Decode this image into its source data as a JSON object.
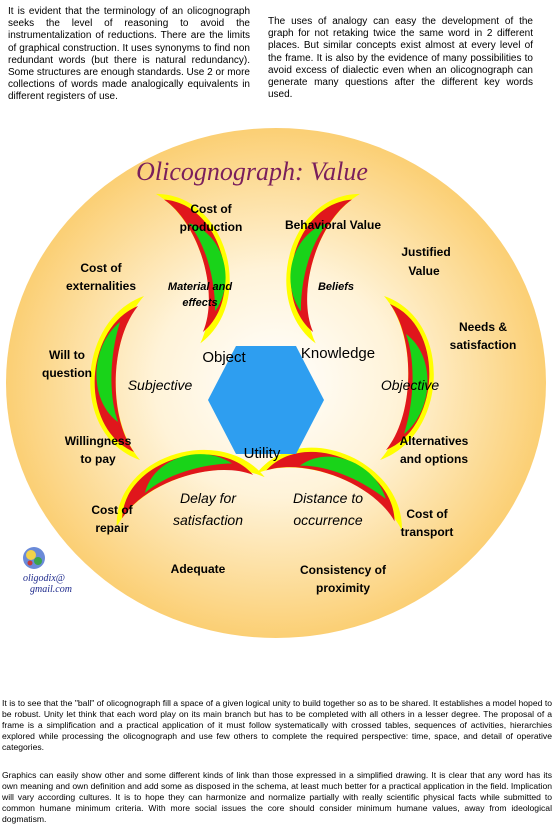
{
  "intro": {
    "left": "It is evident that the terminology of an olicognograph seeks the level of reasoning to avoid the instrumentalization of reductions. There are the limits of graphical construction. It uses synonyms to find non redundant words (but there is natural redundancy). Some structures are enough standards. Use 2 or more collections of words made analogically equivalents in different registers of use.",
    "right": "The uses of analogy can easy the development of the graph for not retaking twice the same word in 2 different places. But similar concepts exist almost at every level of the frame. It is also by the evidence of many possibilities to avoid excess of dialectic even when an olicognograph can generate many questions after the different key words used."
  },
  "diagram": {
    "title": "Olicognograph: Value",
    "core": {
      "object": "Object",
      "knowledge": "Knowledge",
      "utility": "Utility"
    },
    "arms": {
      "subjective": "Subjective",
      "objective": "Objective",
      "material": [
        "Material and",
        "effects"
      ],
      "beliefs": "Beliefs",
      "delay": [
        "Delay for",
        "satisfaction"
      ],
      "distance": [
        "Distance to",
        "occurrence"
      ]
    },
    "terms": {
      "cost_production": [
        "Cost of",
        "production"
      ],
      "behavioral_value": "Behavioral Value",
      "justified_value": [
        "Justified",
        "Value"
      ],
      "cost_externalities": [
        "Cost of",
        "externalities"
      ],
      "needs_satisfaction": [
        "Needs &",
        "satisfaction"
      ],
      "will_question": [
        "Will to",
        "question"
      ],
      "willingness_pay": [
        "Willingness",
        "to pay"
      ],
      "alternatives": [
        "Alternatives",
        "and options"
      ],
      "cost_repair": [
        "Cost of",
        "repair"
      ],
      "cost_transport": [
        "Cost of",
        "transport"
      ],
      "adequate": "Adequate",
      "consistency": [
        "Consistency of",
        "proximity"
      ]
    },
    "contact": [
      "oligodix@",
      "gmail.com"
    ],
    "colors": {
      "ellipse": "#fbcf74",
      "hexagon": "#2e9ef0",
      "green": "#19d319",
      "red": "#e0161c",
      "yellow": "#ffff00",
      "title": "#7a1f5c"
    }
  },
  "outro": {
    "p1": "It is to see that the \"ball\" of olicognograph fill a space of a given logical unity to build together so as to be shared. It establishes a model hoped to be robust. Unity let think that each word play on its main branch but has to be completed with all others in a lesser degree. The proposal of a frame is a simplification and a practical application of it must follow systematically with crossed tables, sequences of activities, hierarchies explored while processing the olicognograph and use few others to complete the required perspective: time, space, and detail of operative categories.",
    "p2": "Graphics can easily show other and some different kinds of link than those expressed in a simplified drawing. It is clear that any word has its own meaning and own definition and add some as disposed in the schema, at least much better for a practical application in the field. Implication will vary according cultures. It is to hope they can harmonize and normalize partially with really scientific physical facts while submitted to common humane minimum criteria. With more social issues the core should consider minimum humane values, away from ideological dogmatism."
  }
}
